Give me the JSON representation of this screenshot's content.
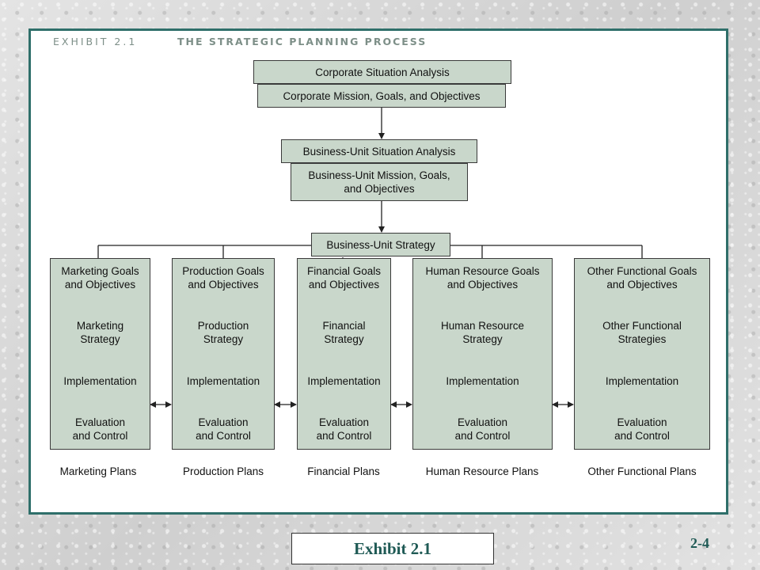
{
  "exhibit": {
    "label": "EXHIBIT 2.1",
    "title": "THE STRATEGIC PLANNING PROCESS"
  },
  "corporate": {
    "situation": "Corporate Situation Analysis",
    "mission": "Corporate Mission, Goals, and Objectives"
  },
  "business_unit": {
    "situation": "Business-Unit Situation Analysis",
    "mission": "Business-Unit Mission, Goals,\nand Objectives",
    "strategy": "Business-Unit Strategy"
  },
  "columns": [
    {
      "goals": "Marketing Goals\nand Objectives",
      "strategy": "Marketing\nStrategy",
      "implementation": "Implementation",
      "evaluation": "Evaluation\nand Control",
      "plans": "Marketing Plans"
    },
    {
      "goals": "Production Goals\nand Objectives",
      "strategy": "Production\nStrategy",
      "implementation": "Implementation",
      "evaluation": "Evaluation\nand Control",
      "plans": "Production Plans"
    },
    {
      "goals": "Financial Goals\nand Objectives",
      "strategy": "Financial\nStrategy",
      "implementation": "Implementation",
      "evaluation": "Evaluation\nand Control",
      "plans": "Financial Plans"
    },
    {
      "goals": "Human Resource Goals\nand Objectives",
      "strategy": "Human Resource\nStrategy",
      "implementation": "Implementation",
      "evaluation": "Evaluation\nand Control",
      "plans": "Human Resource Plans"
    },
    {
      "goals": "Other Functional Goals\nand Objectives",
      "strategy": "Other Functional\nStrategies",
      "implementation": "Implementation",
      "evaluation": "Evaluation\nand Control",
      "plans": "Other Functional Plans"
    }
  ],
  "footer": {
    "caption": "Exhibit 2.1",
    "page_number": "2-4"
  },
  "colors": {
    "frame": "#2f6f6a",
    "box_fill": "#c9d7cb",
    "footer_text": "#1f5a55"
  }
}
